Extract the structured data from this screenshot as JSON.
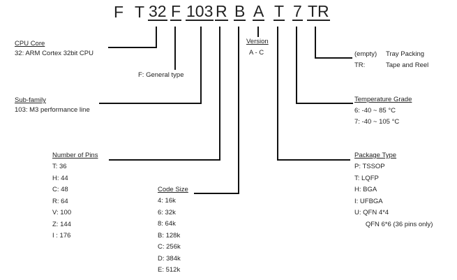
{
  "part_number": {
    "segments": [
      "F",
      "T",
      "32",
      "F",
      "103",
      "R",
      "B",
      "A",
      "T",
      "7",
      "TR"
    ]
  },
  "cpu_core": {
    "title": "CPU Core",
    "items": [
      "32:  ARM Cortex 32bit CPU"
    ]
  },
  "type": {
    "items": [
      "F:  General type"
    ]
  },
  "sub_family": {
    "title": "Sub-family",
    "items": [
      "103:  M3 performance line"
    ]
  },
  "version": {
    "title": "Version",
    "items": [
      "A - C"
    ]
  },
  "packing": {
    "items": [
      {
        "key": "(empty)",
        "value": "Tray Packing"
      },
      {
        "key": "TR:",
        "value": "Tape and Reel"
      }
    ]
  },
  "temperature_grade": {
    "title": "Temperature Grade",
    "items": [
      "6:  -40 ~ 85 °C",
      "7:  -40 ~ 105 °C"
    ]
  },
  "number_of_pins": {
    "title": "Number of Pins",
    "items": [
      "T:  36",
      "H:  44",
      "C:  48",
      "R:  64",
      "V:  100",
      "Z:  144",
      "I :  176"
    ]
  },
  "code_size": {
    "title": "Code Size",
    "items": [
      "4:   16k",
      "6:   32k",
      "8:   64k",
      "B:  128k",
      "C:  256k",
      "D:  384k",
      "E:  512k"
    ]
  },
  "package_type": {
    "title": "Package Type",
    "items": [
      "P:  TSSOP",
      "T:  LQFP",
      "H:  BGA",
      "I:  UFBGA",
      "U:   QFN 4*4",
      "      QFN 6*6 (36 pins only)"
    ]
  }
}
